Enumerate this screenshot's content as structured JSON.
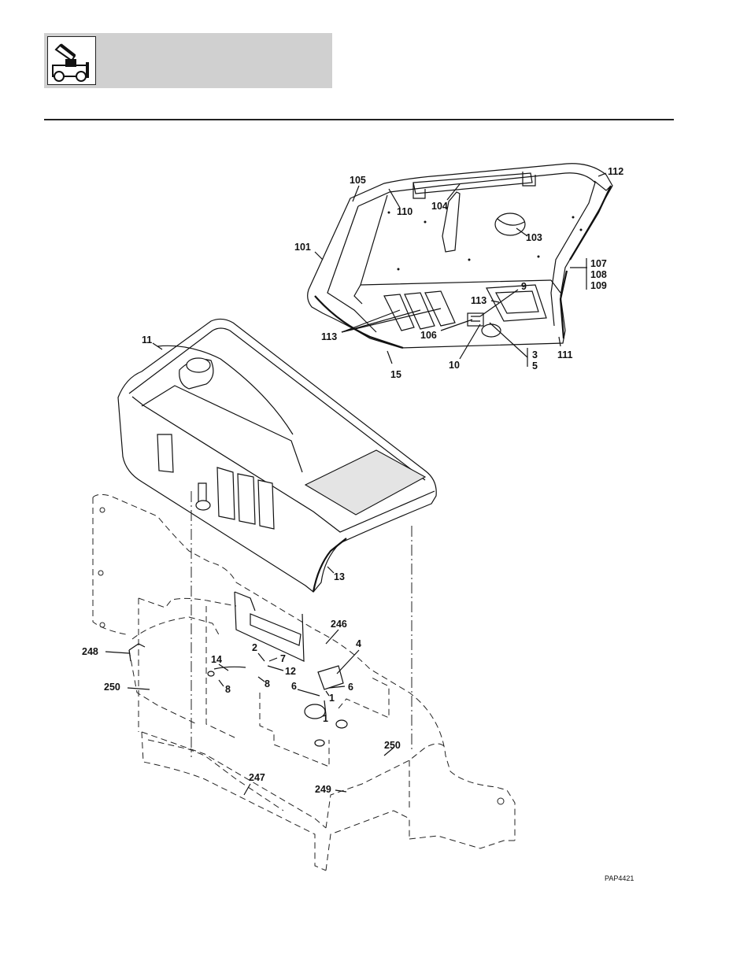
{
  "header": {
    "icon": "lift-truck-icon"
  },
  "diagram": {
    "reference_code": "PAP4421",
    "callouts": [
      {
        "id": "c-105",
        "label": "105"
      },
      {
        "id": "c-110",
        "label": "110"
      },
      {
        "id": "c-104",
        "label": "104"
      },
      {
        "id": "c-112",
        "label": "112"
      },
      {
        "id": "c-103",
        "label": "103"
      },
      {
        "id": "c-101",
        "label": "101"
      },
      {
        "id": "c-107",
        "label": "107"
      },
      {
        "id": "c-108",
        "label": "108"
      },
      {
        "id": "c-109",
        "label": "109"
      },
      {
        "id": "c-9",
        "label": "9"
      },
      {
        "id": "c-113a",
        "label": "113"
      },
      {
        "id": "c-113b",
        "label": "113"
      },
      {
        "id": "c-106",
        "label": "106"
      },
      {
        "id": "c-11",
        "label": "11"
      },
      {
        "id": "c-15",
        "label": "15"
      },
      {
        "id": "c-10",
        "label": "10"
      },
      {
        "id": "c-3",
        "label": "3"
      },
      {
        "id": "c-5",
        "label": "5"
      },
      {
        "id": "c-111",
        "label": "111"
      },
      {
        "id": "c-13",
        "label": "13"
      },
      {
        "id": "c-246",
        "label": "246"
      },
      {
        "id": "c-4",
        "label": "4"
      },
      {
        "id": "c-248",
        "label": "248"
      },
      {
        "id": "c-2",
        "label": "2"
      },
      {
        "id": "c-7",
        "label": "7"
      },
      {
        "id": "c-14",
        "label": "14"
      },
      {
        "id": "c-12",
        "label": "12"
      },
      {
        "id": "c-8a",
        "label": "8"
      },
      {
        "id": "c-8b",
        "label": "8"
      },
      {
        "id": "c-250a",
        "label": "250"
      },
      {
        "id": "c-6a",
        "label": "6"
      },
      {
        "id": "c-6b",
        "label": "6"
      },
      {
        "id": "c-1a",
        "label": "1"
      },
      {
        "id": "c-1b",
        "label": "1"
      },
      {
        "id": "c-250b",
        "label": "250"
      },
      {
        "id": "c-247",
        "label": "247"
      },
      {
        "id": "c-249",
        "label": "249"
      }
    ]
  }
}
